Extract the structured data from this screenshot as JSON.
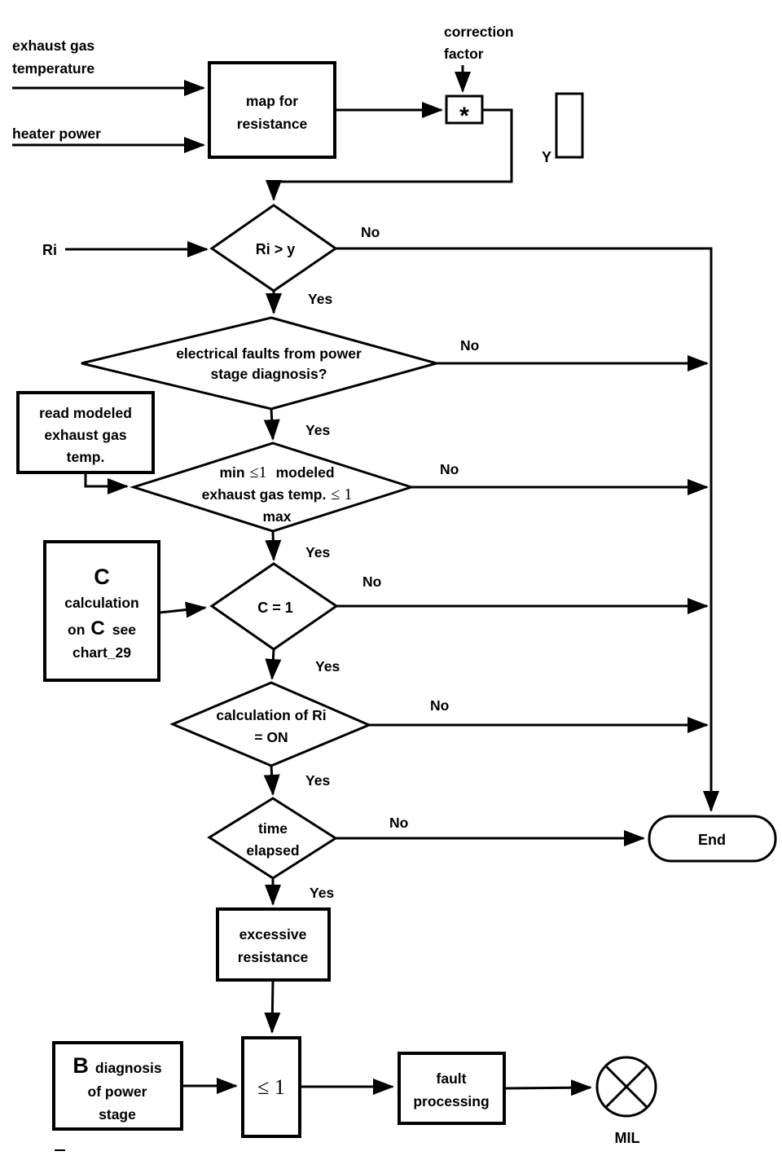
{
  "branch": {
    "yes": "Yes",
    "no": "No"
  },
  "labels": {
    "exhaust_gas": {
      "line1": "exhaust gas",
      "line2": "temperature"
    },
    "heater_power": "heater power",
    "correction_factor": {
      "line1": "correction",
      "line2": "factor"
    },
    "ri": "Ri",
    "y": "Y",
    "mil": "MIL"
  },
  "processes": {
    "map_for_resistance": {
      "line1": "map for",
      "line2": "resistance"
    },
    "multiplier": "*",
    "read_modeled_temp": {
      "line1": "read modeled",
      "line2": "exhaust gas",
      "line3": "temp."
    },
    "c_calculation": {
      "line1": "C",
      "line2": "calculation",
      "line3a": "on",
      "line3b": "C",
      "line3c": "see",
      "line4": "chart_29"
    },
    "excessive_resistance": {
      "line1": "excessive",
      "line2": "resistance"
    },
    "b_diagnosis": {
      "line1a": "B",
      "line1b": "diagnosis",
      "line2": "of power",
      "line3": "stage"
    },
    "or_gate": "≤ 1",
    "fault_processing": {
      "line1": "fault",
      "line2": "processing"
    }
  },
  "decisions": {
    "ri_gt_y": "Ri > y",
    "electrical_faults": {
      "line1": "electrical faults from power",
      "line2": "stage diagnosis?"
    },
    "modeled_temp_range": {
      "line1a": "min",
      "line1b": "≤1",
      "line1c": "modeled",
      "line2a": "exhaust gas temp.",
      "line2b": "≤ 1",
      "line3": "max"
    },
    "c_equals_1": "C = 1",
    "calculation_of_ri": {
      "line1": "calculation of Ri",
      "line2": "= ON"
    },
    "time_elapsed": {
      "line1": "time",
      "line2": "elapsed"
    }
  },
  "terminal": {
    "end": "End"
  }
}
